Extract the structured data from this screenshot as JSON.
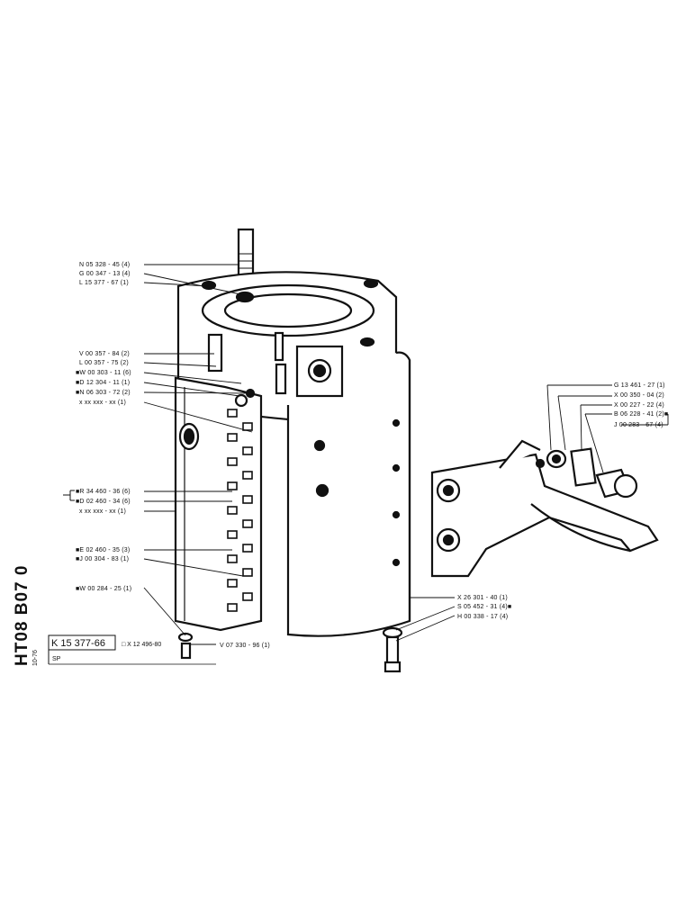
{
  "drawing": {
    "side_code": "HT08 B07 0",
    "side_date": "10-76",
    "part_number": "K 15  377-66",
    "alt_ref": "□ X 12 496-80",
    "title": "SP"
  },
  "callouts_left": [
    "N 05 328 - 45 (4)",
    "G 00 347 - 13 (4)",
    "L 15 377 - 67 (1)",
    "V 00 357 - 84 (2)",
    "L 00 357 - 75 (2)",
    "■W 00 303 - 11 (6)",
    "■D 12 304 - 11 (1)",
    "■N 06 303 - 72 (2)",
    "x xx xxx - xx (1)",
    "■R 34 460 - 36 (6)",
    "■D 02 460 - 34 (6)",
    "x xx xxx - xx (1)",
    "■E 02 460 - 35 (3)",
    "■J 00 304 - 83 (1)",
    "■W 00 284 - 25 (1)"
  ],
  "callout_bottom": "V 07 330 - 96 (1)",
  "callouts_right_top": [
    "G 13 461 - 27 (1)",
    "X 00 350 - 04 (2)",
    "X 00 227 - 22 (4)",
    "B 06 228 - 41 (2)■",
    "J 00 283 - 67 (4)"
  ],
  "callouts_right_bottom": [
    "X 26 301 - 40 (1)",
    "S 05 452 - 31 (4)■",
    "H 00 338 - 17 (4)"
  ]
}
